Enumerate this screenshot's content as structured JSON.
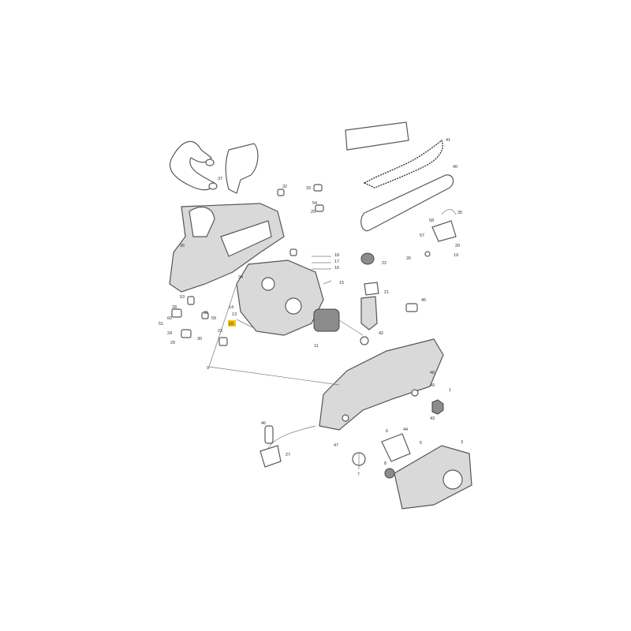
{
  "diagram": {
    "highlight_color": "#f2c10e",
    "highlighted_label": "10",
    "labels": {
      "l1": "1",
      "l3": "3",
      "l5": "5",
      "l6": "6",
      "l7": "7",
      "l8": "8",
      "l9": "9",
      "l10": "10",
      "l11": "11",
      "l13": "13",
      "l14": "14",
      "l15": "15",
      "l16": "16",
      "l17": "17",
      "l18": "18",
      "l19": "19",
      "l20": "20",
      "l21": "21",
      "l22": "22",
      "l23": "23",
      "l24": "24",
      "l25": "25",
      "l26": "26",
      "l27": "27",
      "l28": "28",
      "l29": "29",
      "l30": "30",
      "l31": "31",
      "l32": "32",
      "l33": "33",
      "l34": "34",
      "l35": "35",
      "l36": "36",
      "l37": "37",
      "l40": "40",
      "l41": "41",
      "l42": "42",
      "l43": "43",
      "l44": "44",
      "l45": "45",
      "l46": "46",
      "l47": "47",
      "l48": "48",
      "l49": "49",
      "l51": "51",
      "l53": "53",
      "l54": "54",
      "l57": "57",
      "l58": "58",
      "l59": "59",
      "l60": "60"
    }
  }
}
